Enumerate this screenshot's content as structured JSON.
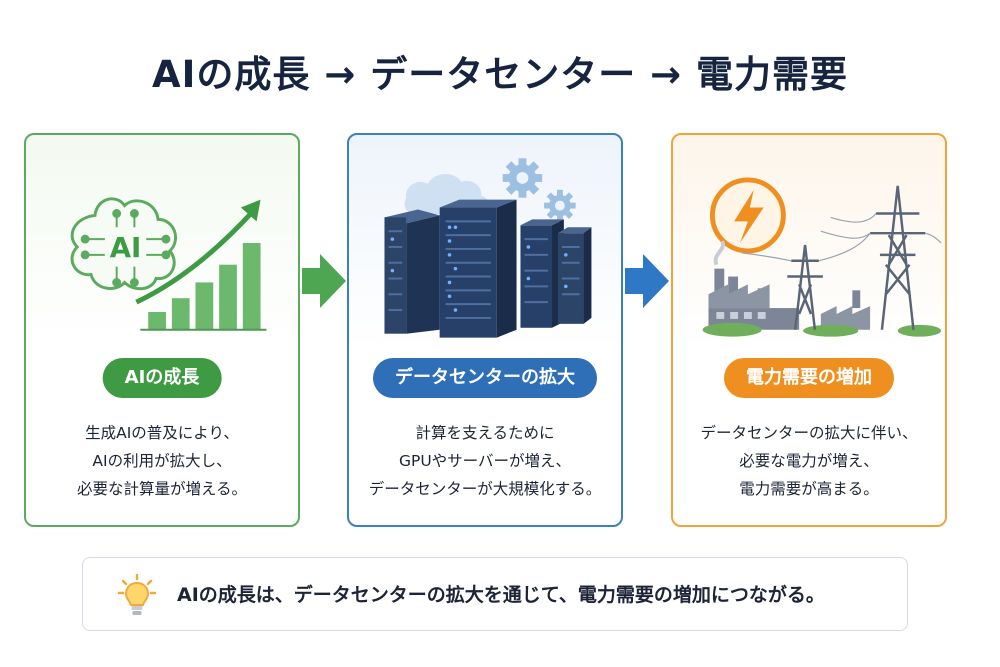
{
  "title": "AIの成長 → データセンター → 電力需要",
  "colors": {
    "green": "#3f9a44",
    "blue": "#2f6fb8",
    "orange": "#ef8f1f"
  },
  "cards": [
    {
      "label": "AIの成長",
      "lines": [
        "生成AIの普及により、",
        "AIの利用が拡大し、",
        "必要な計算量が増える。"
      ],
      "icon_text": "AI",
      "icons": [
        "brain-circuit-icon",
        "growth-bar-chart-icon"
      ]
    },
    {
      "label": "データセンターの拡大",
      "lines": [
        "計算を支えるために",
        "GPUやサーバーが増え、",
        "データセンターが大規模化する。"
      ],
      "icons": [
        "cloud-icon",
        "gear-icon",
        "server-rack-icon"
      ]
    },
    {
      "label": "電力需要の増加",
      "lines": [
        "データセンターの拡大に伴い、",
        "必要な電力が増え、",
        "電力需要が高まる。"
      ],
      "icons": [
        "lightning-bolt-icon",
        "factory-icon",
        "power-tower-icon"
      ]
    }
  ],
  "summary": {
    "icon": "lightbulb-icon",
    "text": "AIの成長は、データセンターの拡大を通じて、電力需要の増加につながる。"
  }
}
